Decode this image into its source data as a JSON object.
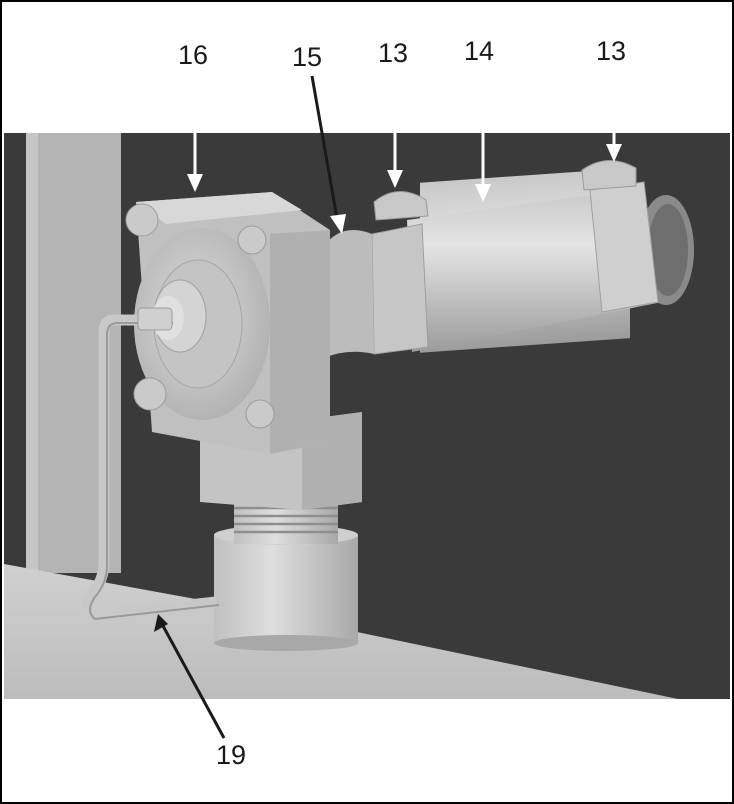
{
  "callouts": [
    {
      "id": "c16",
      "label": "16"
    },
    {
      "id": "c15",
      "label": "15"
    },
    {
      "id": "c13a",
      "label": "13"
    },
    {
      "id": "c14",
      "label": "14"
    },
    {
      "id": "c13b",
      "label": "13"
    },
    {
      "id": "c19",
      "label": "19"
    }
  ],
  "colors": {
    "background_dark": "#3a3a3a",
    "part_light": "#d2d2d2",
    "part_mid": "#b8b8b8",
    "part_shadow": "#9a9a9a",
    "arrow": "#ffffff",
    "arrow_dark": "#1a1a1a"
  }
}
